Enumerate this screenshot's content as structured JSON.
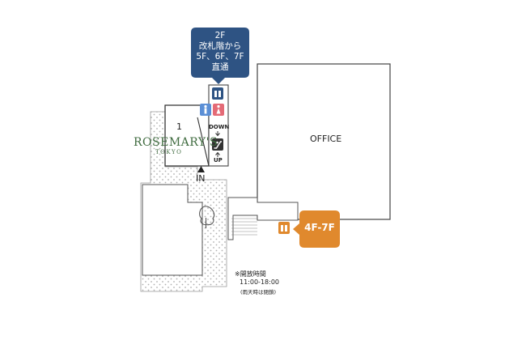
{
  "callouts": {
    "floor2": {
      "lines": [
        "2F",
        "改札階から",
        "5F、6F、7F",
        "直通"
      ],
      "color": "#2e5383"
    },
    "floors_4_7": {
      "text": "4F-7F",
      "color": "#e0892d"
    }
  },
  "labels": {
    "office": "OFFICE",
    "shop_number": "1",
    "brand_name": "ROSEMARY'S",
    "brand_city": "TOKYO",
    "entrance": "IN",
    "escalator_down": "DOWN",
    "escalator_up": "UP"
  },
  "hours_note": {
    "title": "※開放時間",
    "time": "11:00-18:00",
    "note": "(雨天時は閉鎖)"
  },
  "icons": [
    "elevator-icon",
    "restroom-men-icon",
    "restroom-women-icon",
    "escalator-icon",
    "tree-icon",
    "up-arrow-icon"
  ],
  "colors": {
    "brand_green": "#3f6b3f",
    "mens_blue": "#5b8fd6",
    "womens_pink": "#e46a76",
    "elevator_navy": "#2e5383",
    "elevator_orange": "#e0892d",
    "outline": "#444444"
  }
}
